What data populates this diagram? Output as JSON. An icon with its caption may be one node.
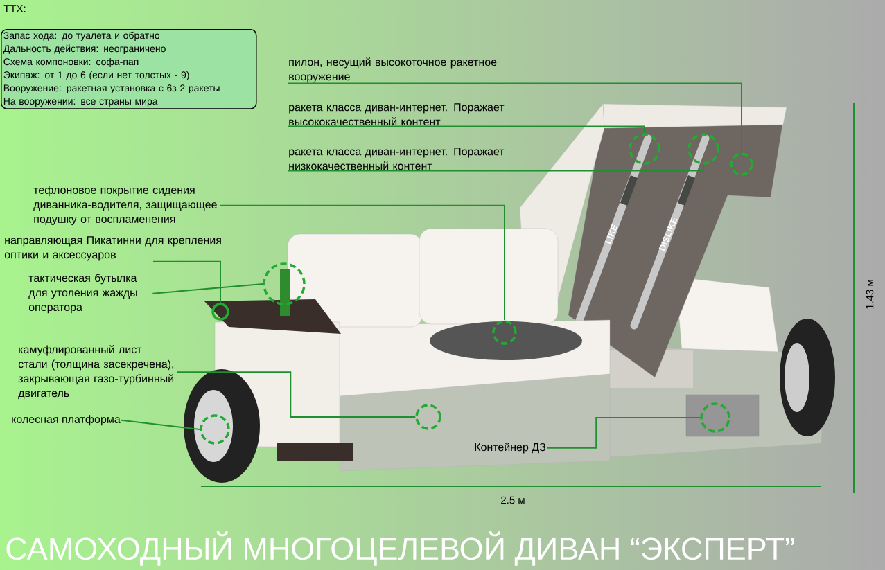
{
  "diagram": {
    "title": "САМОХОДНЫЙ МНОГОЦЕЛЕВОЙ ДИВАН “ЭКСПЕРТ”",
    "nodes": [
      {
        "text": [
          "ТТХ:",
          "Запас хода: до туалета и обратно",
          "Дальность действия: неограничено",
          "Схема компоновки: софа-пап",
          "Экипаж: от 1 до 6 (если нет толстых - 9)",
          "Вооружение: ракетная установка с 6з 2 ракеты",
          "На вооружении: все страны мира"
        ]
      },
      {
        "text": [
          "пилон, несущий высокоточное ракетное вооружение"
        ]
      },
      {
        "text": [],
        "shape": "circle"
      },
      {
        "text": [
          "ракета класса диван-интернет. Поражает высококачественный контент"
        ]
      },
      {
        "text": [],
        "shape": "circle"
      },
      {
        "text": [
          "ракета класса диван-интернет. Поражает низкокачественный контент"
        ]
      },
      {
        "text": [],
        "shape": "circle"
      },
      {
        "text": [
          "тефлоновое покрытие сидения диванника-водителя, защищающее подушку от воспламенения"
        ]
      },
      {
        "text": [],
        "shape": "circle"
      },
      {
        "text": [
          "направляющая Пикатинни для крепления оптики и аксессуаров"
        ]
      },
      {
        "text": [],
        "shape": "circle"
      },
      {
        "text": [
          "тактическая бутылка для утоления жажды оператора"
        ]
      },
      {
        "text": [],
        "shape": "circle"
      },
      {
        "text": [
          "камуфлированный лист стали (толщина засекречена), закрывающая газо-турбинный двигатель"
        ]
      },
      {
        "text": [],
        "shape": "circle"
      },
      {
        "text": [
          "колесная платформа"
        ]
      },
      {
        "text": [],
        "shape": "circle"
      },
      {
        "text": [
          "Контейнер ДЗ"
        ]
      },
      {
        "text": [],
        "shape": "circle"
      }
    ],
    "edges": [
      {
        "from": 1,
        "to": 2,
        "arrow": "none"
      },
      {
        "from": 3,
        "to": 4,
        "arrow": "none"
      },
      {
        "from": 5,
        "to": 6,
        "arrow": "none"
      },
      {
        "from": 7,
        "to": 8,
        "arrow": "none"
      },
      {
        "from": 9,
        "to": 10,
        "arrow": "none"
      },
      {
        "from": 11,
        "to": 12,
        "arrow": "none"
      },
      {
        "from": 13,
        "to": 14,
        "arrow": "none"
      },
      {
        "from": 15,
        "to": 16,
        "arrow": "none"
      },
      {
        "from": 17,
        "to": 18,
        "arrow": "none"
      }
    ],
    "labels": [
      "2.5 м",
      "1.43 м",
      "LIKE",
      "DISLIKE"
    ]
  }
}
